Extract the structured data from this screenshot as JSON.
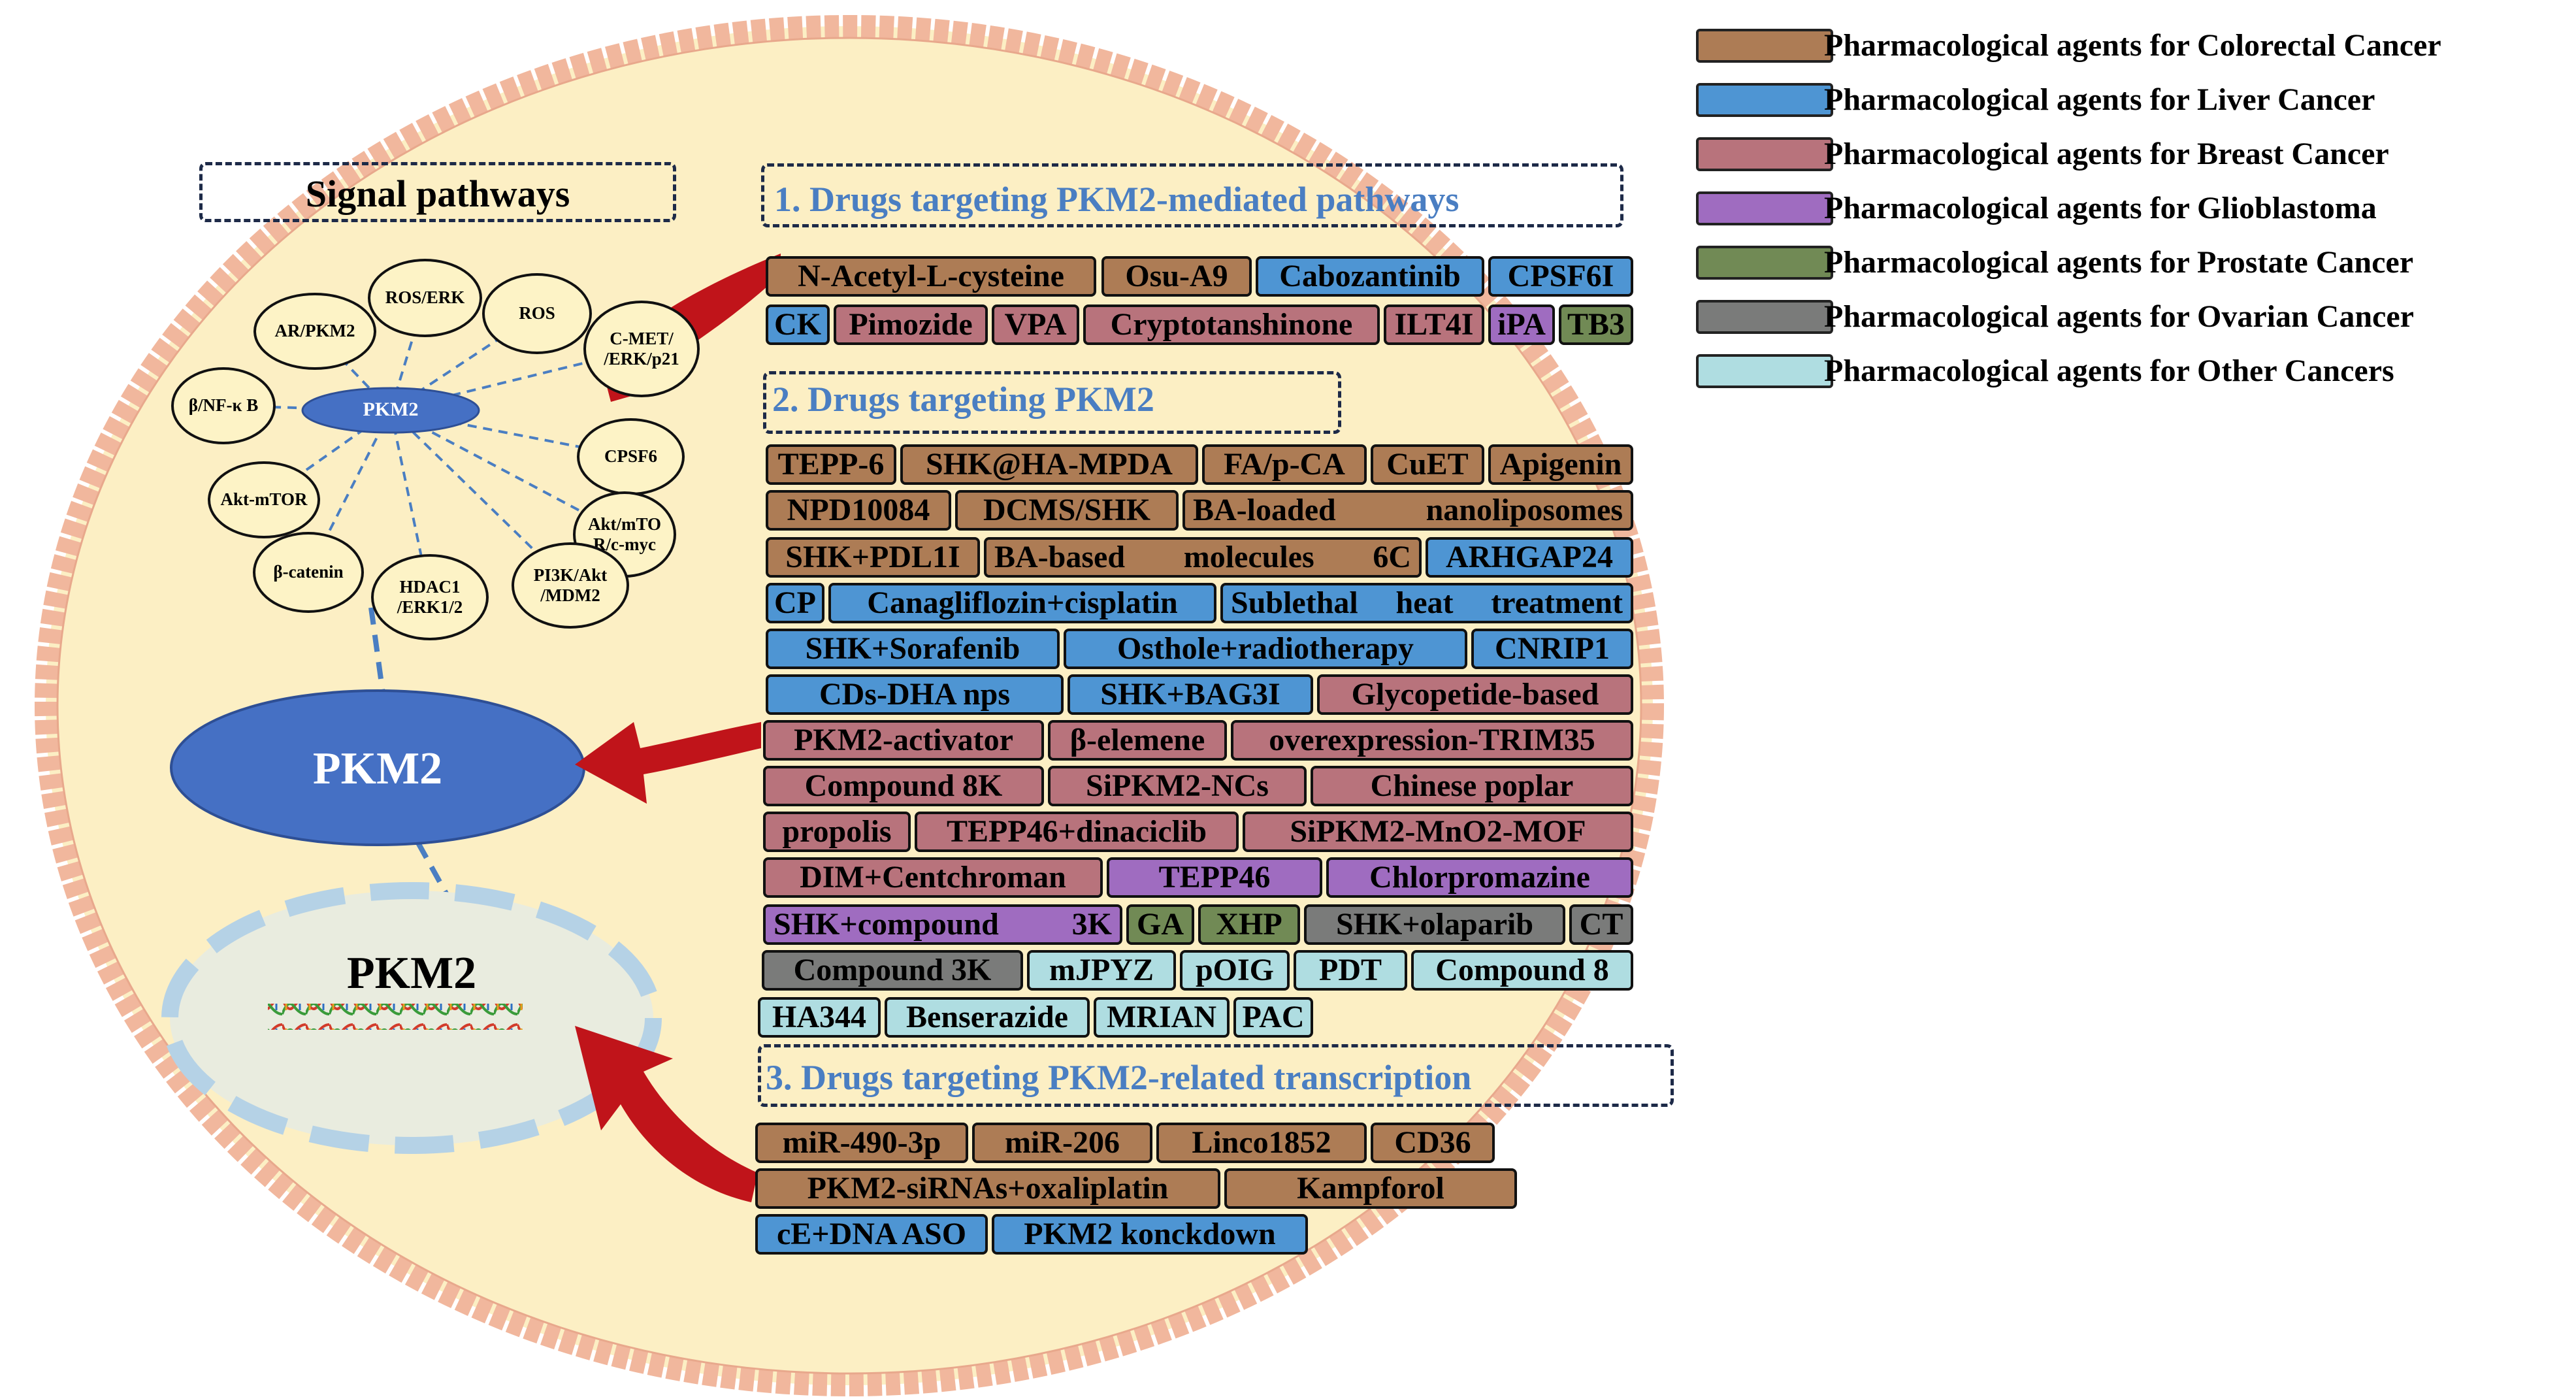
{
  "colors": {
    "colorectal": "#ad7c55",
    "liver": "#4e95d3",
    "breast": "#b8737c",
    "glioblastoma": "#9f6cc0",
    "prostate": "#718a55",
    "ovarian": "#7a7b7a",
    "other": "#afdde1",
    "cell_fill": "#fcefc4",
    "cell_border": "#f1b79d",
    "title_blue": "#4a7ec2",
    "pkm2_blue": "#4570c4",
    "arrow_red": "#c0141a"
  },
  "legend": [
    {
      "key": "colorectal",
      "label": "Pharmacological agents for Colorectal Cancer"
    },
    {
      "key": "liver",
      "label": "Pharmacological agents for Liver Cancer"
    },
    {
      "key": "breast",
      "label": "Pharmacological agents for Breast Cancer"
    },
    {
      "key": "glioblastoma",
      "label": "Pharmacological agents for Glioblastoma"
    },
    {
      "key": "prostate",
      "label": "Pharmacological agents for Prostate Cancer"
    },
    {
      "key": "ovarian",
      "label": "Pharmacological agents for Ovarian Cancer"
    },
    {
      "key": "other",
      "label": "Pharmacological agents for Other Cancers"
    }
  ],
  "signal": {
    "title": "Signal pathways",
    "center": "PKM2",
    "nodes": [
      "AR/PKM2",
      "ROS/ERK",
      "ROS",
      "C-MET/ /ERK/p21",
      "β/NF-κ B",
      "CPSF6",
      "Akt-mTOR",
      "Akt/mTO R/c-myc",
      "β-catenin",
      "HDAC1 /ERK1/2",
      "PI3K/Akt /MDM2"
    ]
  },
  "pkm2_protein": "PKM2",
  "pkm2_gene": "PKM2",
  "sections": [
    {
      "title": "1. Drugs targeting PKM2-mediated pathways",
      "chips": [
        {
          "t": "N-Acetyl-L-cysteine",
          "c": "colorectal"
        },
        {
          "t": "Osu-A9",
          "c": "colorectal"
        },
        {
          "t": "Cabozantinib",
          "c": "liver"
        },
        {
          "t": "CPSF6I",
          "c": "liver"
        },
        {
          "t": "CK",
          "c": "liver"
        },
        {
          "t": "Pimozide",
          "c": "breast"
        },
        {
          "t": "VPA",
          "c": "breast"
        },
        {
          "t": "Cryptotanshinone",
          "c": "breast"
        },
        {
          "t": "ILT4I",
          "c": "breast"
        },
        {
          "t": "iPA",
          "c": "glioblastoma"
        },
        {
          "t": "TB3",
          "c": "prostate"
        }
      ]
    },
    {
      "title": "2. Drugs targeting PKM2",
      "chips": [
        {
          "t": "TEPP-6",
          "c": "colorectal"
        },
        {
          "t": "SHK@HA-MPDA",
          "c": "colorectal"
        },
        {
          "t": "FA/p-CA",
          "c": "colorectal"
        },
        {
          "t": "CuET",
          "c": "colorectal"
        },
        {
          "t": "Apigenin",
          "c": "colorectal"
        },
        {
          "t": "NPD10084",
          "c": "colorectal"
        },
        {
          "t": "DCMS/SHK",
          "c": "colorectal"
        },
        {
          "t": "BA-loaded nanoliposomes",
          "c": "colorectal"
        },
        {
          "t": "SHK+PDL1I",
          "c": "colorectal"
        },
        {
          "t": "BA-based molecules 6C",
          "c": "colorectal"
        },
        {
          "t": "ARHGAP24",
          "c": "liver"
        },
        {
          "t": "CP",
          "c": "liver"
        },
        {
          "t": "Canagliflozin+cisplatin",
          "c": "liver"
        },
        {
          "t": "Sublethal heat treatment",
          "c": "liver"
        },
        {
          "t": "SHK+Sorafenib",
          "c": "liver"
        },
        {
          "t": "Osthole+radiotherapy",
          "c": "liver"
        },
        {
          "t": "CNRIP1",
          "c": "liver"
        },
        {
          "t": "CDs-DHA nps",
          "c": "liver"
        },
        {
          "t": "SHK+BAG3I",
          "c": "liver"
        },
        {
          "t": "Glycopetide-based",
          "c": "breast"
        },
        {
          "t": "PKM2-activator",
          "c": "breast"
        },
        {
          "t": "β-elemene",
          "c": "breast"
        },
        {
          "t": "overexpression-TRIM35",
          "c": "breast"
        },
        {
          "t": "Compound 8K",
          "c": "breast"
        },
        {
          "t": "SiPKM2-NCs",
          "c": "breast"
        },
        {
          "t": "Chinese poplar",
          "c": "breast"
        },
        {
          "t": "propolis",
          "c": "breast"
        },
        {
          "t": "TEPP46+dinaciclib",
          "c": "breast"
        },
        {
          "t": "SiPKM2-MnO2-MOF",
          "c": "breast"
        },
        {
          "t": "DIM+Centchroman",
          "c": "breast"
        },
        {
          "t": "TEPP46",
          "c": "glioblastoma"
        },
        {
          "t": "Chlorpromazine",
          "c": "glioblastoma"
        },
        {
          "t": "SHK+compound 3K",
          "c": "glioblastoma"
        },
        {
          "t": "GA",
          "c": "prostate"
        },
        {
          "t": "XHP",
          "c": "prostate"
        },
        {
          "t": "SHK+olaparib",
          "c": "ovarian"
        },
        {
          "t": "CT",
          "c": "ovarian"
        },
        {
          "t": "Compound 3K",
          "c": "ovarian"
        },
        {
          "t": "mJPYZ",
          "c": "other"
        },
        {
          "t": "pOIG",
          "c": "other"
        },
        {
          "t": "PDT",
          "c": "other"
        },
        {
          "t": "Compound 8",
          "c": "other"
        },
        {
          "t": "HA344",
          "c": "other"
        },
        {
          "t": "Benserazide",
          "c": "other"
        },
        {
          "t": "MRIAN",
          "c": "other"
        },
        {
          "t": "PAC",
          "c": "other"
        }
      ]
    },
    {
      "title": "3. Drugs targeting PKM2-related transcription",
      "chips": [
        {
          "t": "miR-490-3p",
          "c": "colorectal"
        },
        {
          "t": "miR-206",
          "c": "colorectal"
        },
        {
          "t": "Linco1852",
          "c": "colorectal"
        },
        {
          "t": "CD36",
          "c": "colorectal"
        },
        {
          "t": "PKM2-siRNAs+oxaliplatin",
          "c": "colorectal"
        },
        {
          "t": "Kampforol",
          "c": "colorectal"
        },
        {
          "t": "cE+DNA ASO",
          "c": "liver"
        },
        {
          "t": "PKM2 konckdown",
          "c": "liver"
        }
      ]
    }
  ]
}
